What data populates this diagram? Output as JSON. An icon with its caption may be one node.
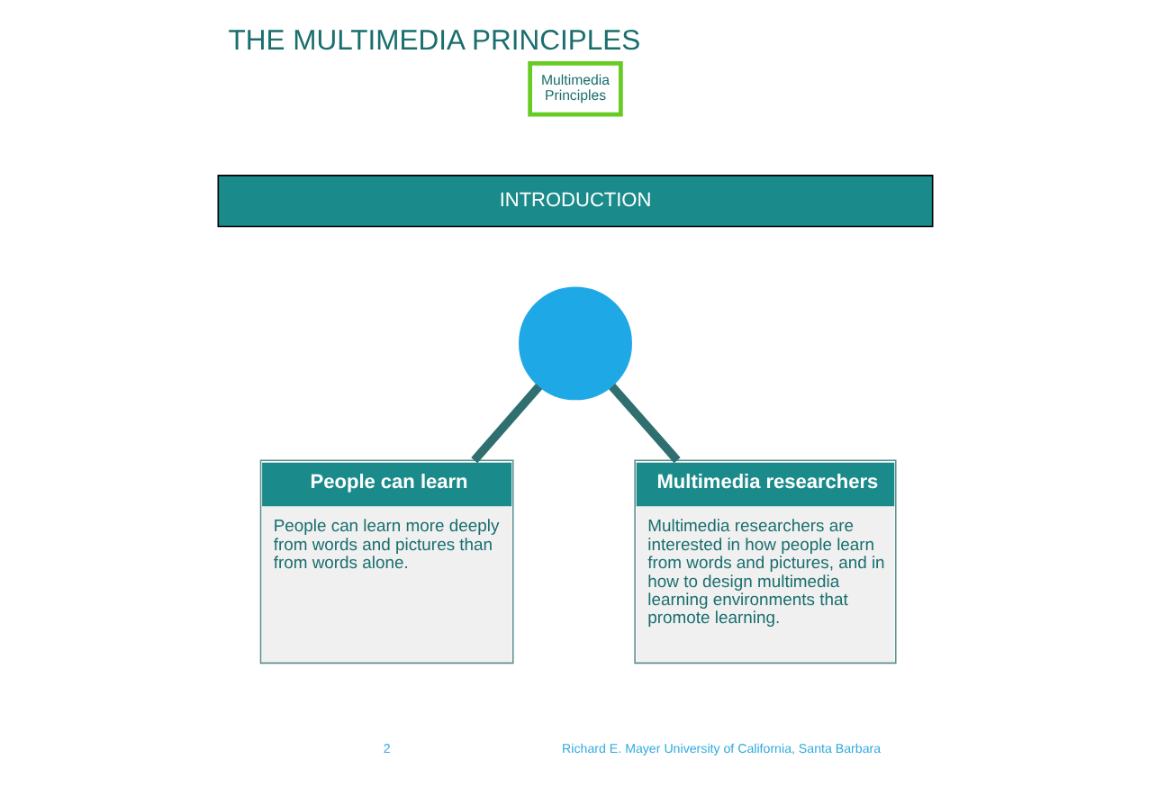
{
  "diagram": {
    "title": "THE MULTIMEDIA PRINCIPLES",
    "nodes": [
      {
        "text": [
          "Multimedia Principles"
        ]
      },
      {
        "text": [
          "INTRODUCTION"
        ]
      },
      {
        "text": [],
        "shape": "circle"
      },
      {
        "text": [
          "People can learn",
          "People can learn more deeply from words and pictures than from words alone."
        ]
      },
      {
        "text": [
          "Multimedia researchers",
          "Multimedia researchers are interested in how people learn from words and pictures, and in how to design multimedia learning environments that promote learning."
        ]
      }
    ],
    "edges": [
      {
        "from": 2,
        "to": 3,
        "arrow": "none"
      },
      {
        "from": 2,
        "to": 4,
        "arrow": "none"
      }
    ],
    "labels": [
      "2",
      "Richard E. Mayer University of California, Santa Barbara"
    ]
  }
}
